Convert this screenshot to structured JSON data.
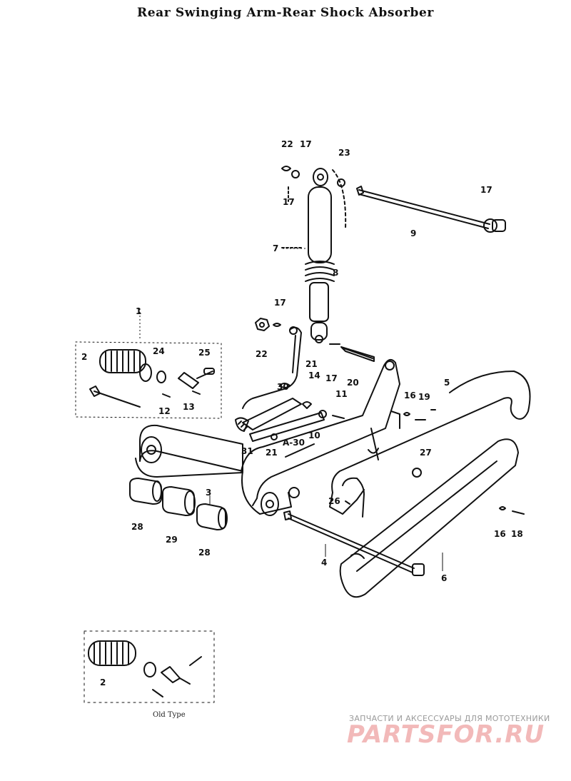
{
  "diagram": {
    "title": "Rear Swinging Arm-Rear Shock Absorber",
    "old_type_caption": "Old Type",
    "callouts": [
      "22",
      "17",
      "23",
      "17",
      "9",
      "17",
      "7",
      "8",
      "17",
      "22",
      "1",
      "2",
      "24",
      "25",
      "12",
      "13",
      "21",
      "14",
      "17",
      "20",
      "30",
      "11",
      "16",
      "19",
      "5",
      "A-30",
      "10",
      "31",
      "21",
      "27",
      "3",
      "26",
      "28",
      "29",
      "28",
      "4",
      "16",
      "18",
      "6",
      "2"
    ]
  },
  "watermark": {
    "tagline": "ЗАПЧАСТИ И АКСЕССУАРЫ ДЛЯ МОТОТЕХНИКИ",
    "logo": "PARTSFOR.RU"
  }
}
